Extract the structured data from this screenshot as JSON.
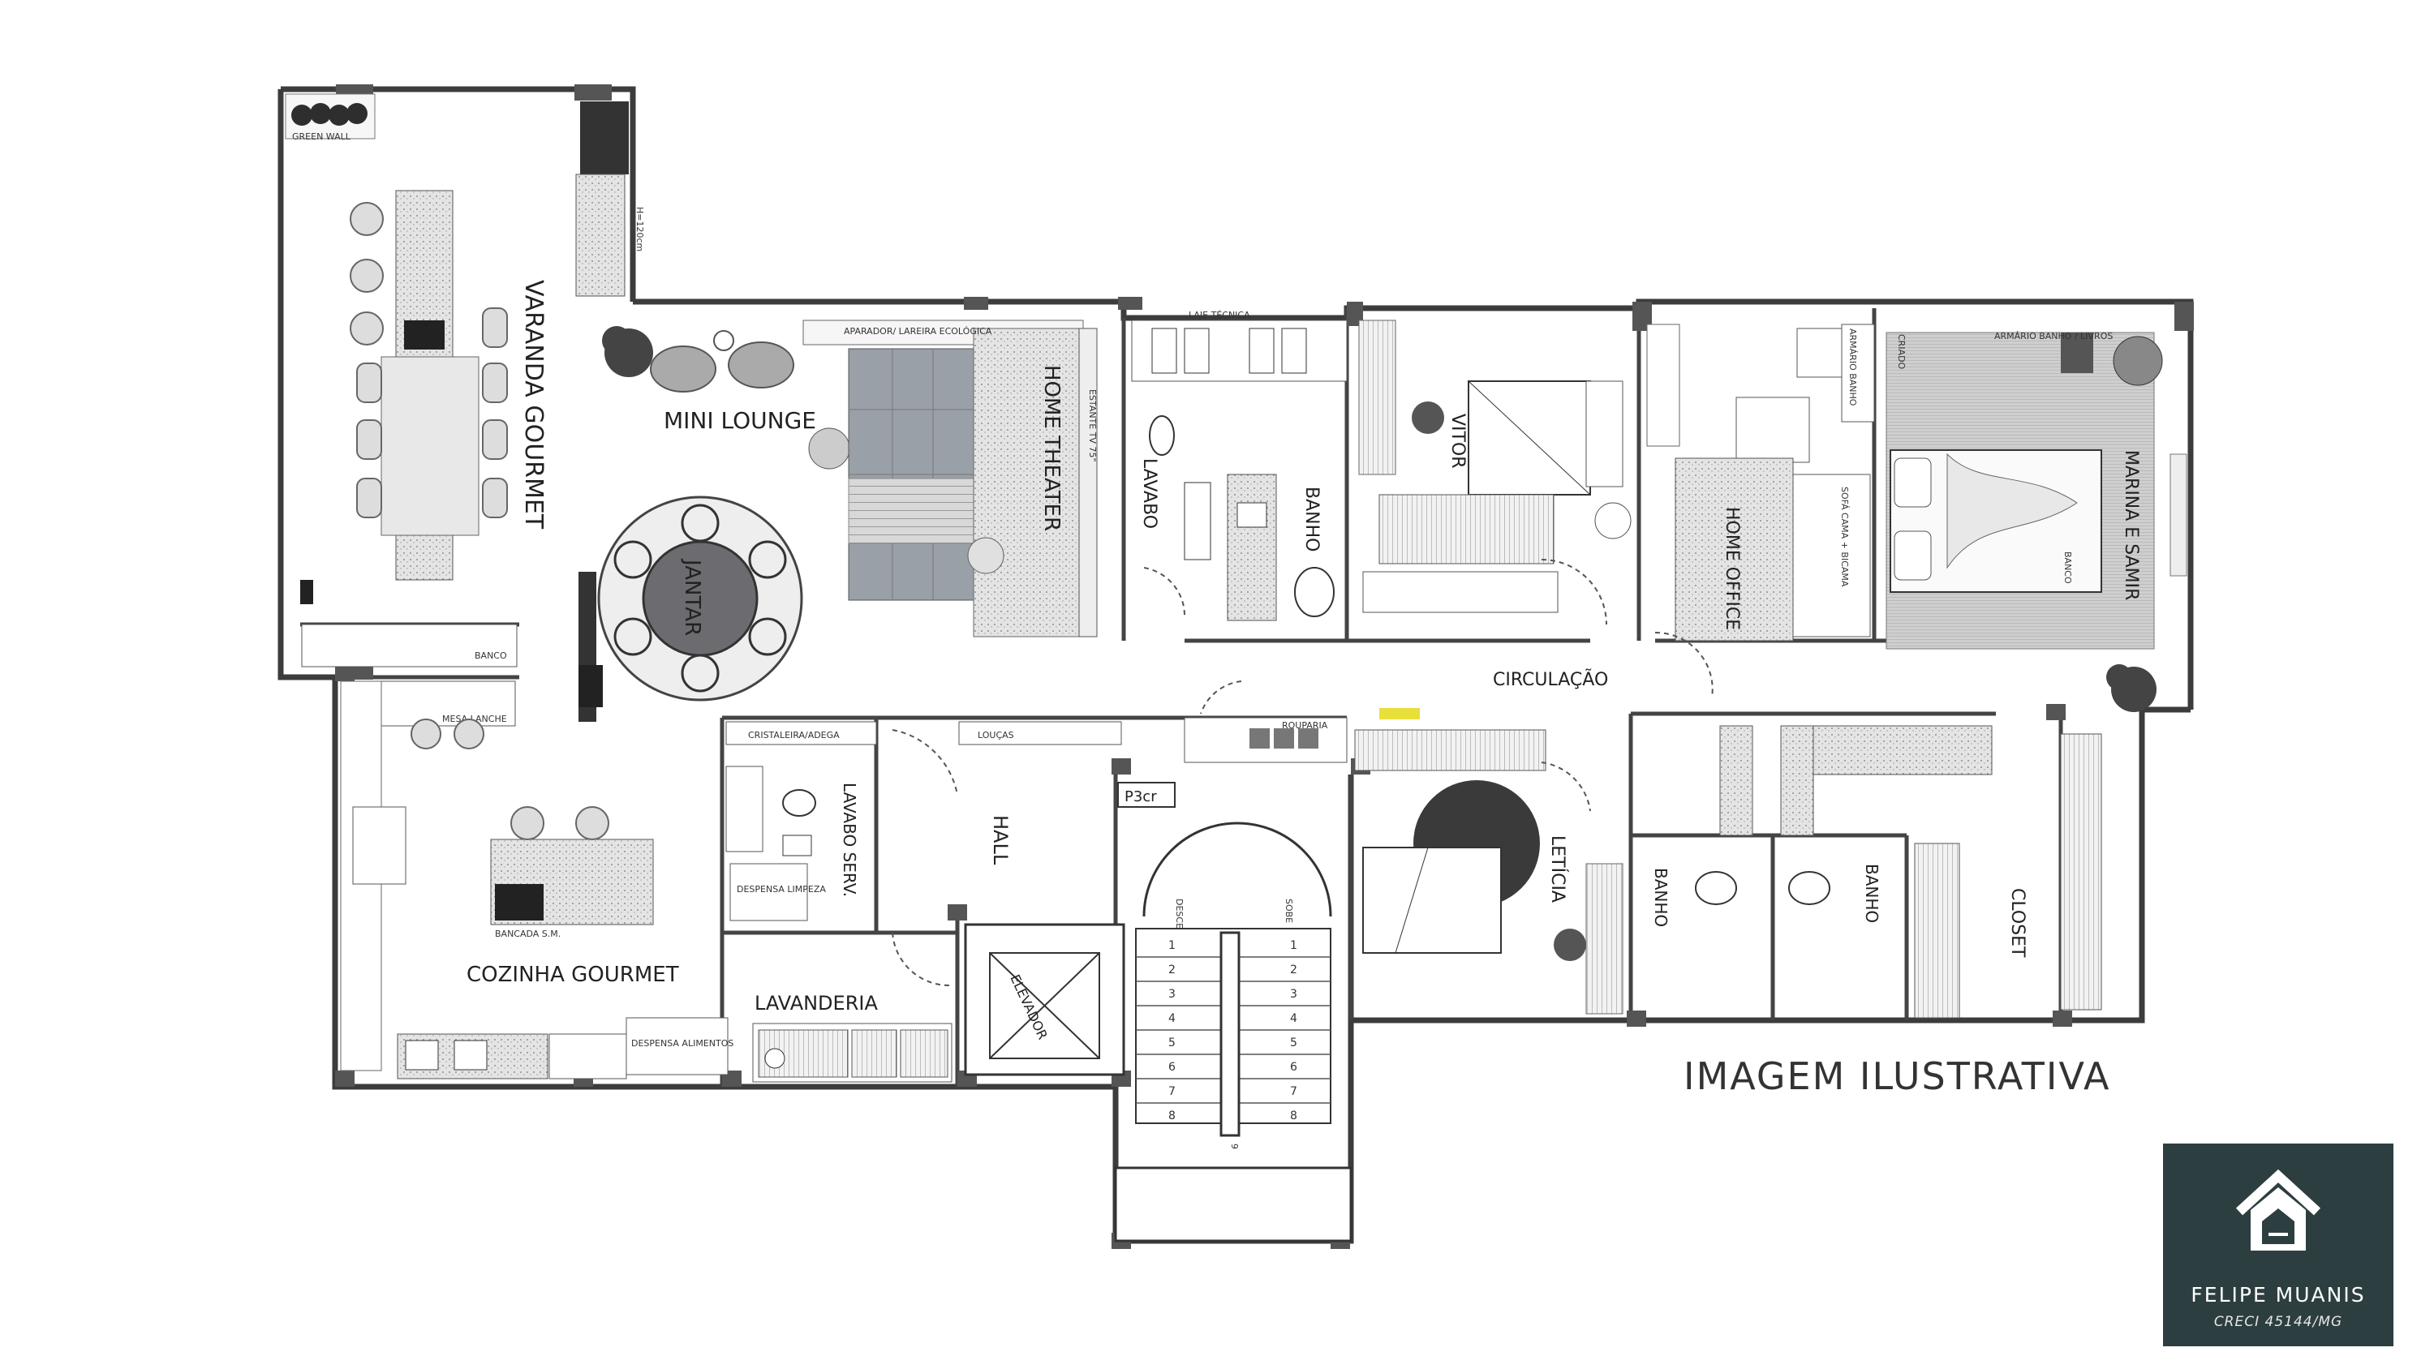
{
  "rooms": {
    "varanda": "VARANDA GOURMET",
    "mini_lounge": "MINI LOUNGE",
    "home_theater": "HOME THEATER",
    "jantar": "JANTAR",
    "lavabo": "LAVABO",
    "banho_social": "BANHO",
    "vitor": "VITOR",
    "home_office": "HOME OFFICE",
    "marina_samir": "MARINA E SAMIR",
    "circulacao": "CIRCULAÇÃO",
    "hall": "HALL",
    "cozinha": "COZINHA GOURMET",
    "lavanderia": "LAVANDERIA",
    "leticia": "LETÍCIA",
    "banho_a": "BANHO",
    "banho_b": "BANHO",
    "closet": "CLOSET",
    "lavabo_serv": "LAVABO SERV.",
    "elevador": "ELEVADOR"
  },
  "small_labels": {
    "green_wall": "GREEN WALL",
    "h120": "H=120cm",
    "aparador": "APARADOR/ LAREIRA ECOLÓGICA",
    "estante": "ESTANTE TV 75\"",
    "laje": "LAJE TÉCNICA",
    "banco": "BANCO",
    "mesa_lanche": "MESA LANCHE",
    "cristaleira": "CRISTALEIRA/ADEGA",
    "loucas": "LOUÇAS",
    "rouparia": "ROUPARIA",
    "p3": "P3cr",
    "despensa_limpeza": "DESPENSA LIMPEZA",
    "despensa_alimentos": "DESPENSA ALIMENTOS",
    "bancada": "BANCADA S.M.",
    "desce": "DESCE",
    "sobe": "SOBE",
    "armario_banho": "ARMÁRIO BANHO",
    "armario_banho_livros": "ARMÁRIO BANHO / LIVROS",
    "sofa_cama": "SOFÁ CAMA + BICAMA",
    "criado": "CRIADO",
    "banco_quarto": "BANCO"
  },
  "stairs": {
    "desce_steps": [
      "1",
      "2",
      "3",
      "4",
      "5",
      "6",
      "7",
      "8"
    ],
    "sobe_steps": [
      "1",
      "2",
      "3",
      "4",
      "5",
      "6",
      "7",
      "8"
    ],
    "landing": "9"
  },
  "caption": "IMAGEM ILUSTRATIVA",
  "brand": {
    "name": "FELIPE MUANIS",
    "creci": "CRECI 45144/MG",
    "icon": "house-icon",
    "background": "#2d3e41"
  },
  "colors": {
    "wall": "#4a4a4a",
    "furniture_gray": "#9aa0a8",
    "rug_gray": "#c8c8c8",
    "stone": "#d9d9d9"
  }
}
